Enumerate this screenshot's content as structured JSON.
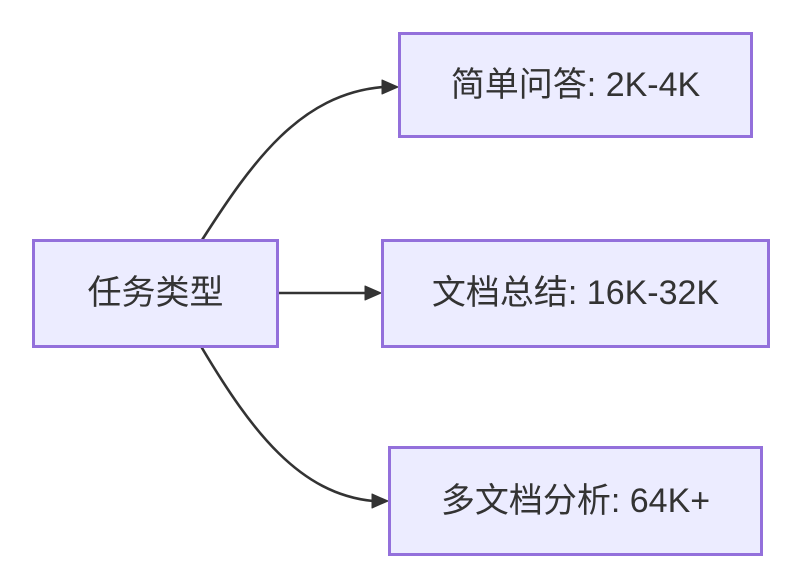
{
  "diagram": {
    "type": "flowchart",
    "direction": "left-to-right",
    "root": {
      "id": "task-type",
      "label": "任务类型"
    },
    "children": [
      {
        "id": "simple-qa",
        "label": "简单问答: 2K-4K"
      },
      {
        "id": "doc-summary",
        "label": "文档总结: 16K-32K"
      },
      {
        "id": "multi-doc-analysis",
        "label": "多文档分析: 64K+"
      }
    ],
    "edges": [
      {
        "from": "task-type",
        "to": "simple-qa"
      },
      {
        "from": "task-type",
        "to": "doc-summary"
      },
      {
        "from": "task-type",
        "to": "multi-doc-analysis"
      }
    ],
    "colors": {
      "node_fill": "#ECECFF",
      "node_border": "#9370DB",
      "edge": "#333333",
      "text": "#333333",
      "background": "#FFFFFF"
    }
  }
}
